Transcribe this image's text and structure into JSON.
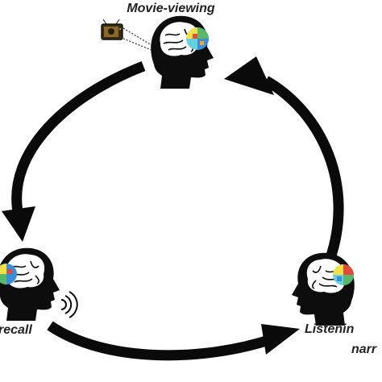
{
  "stages": {
    "movie_viewing": {
      "label": "Movie-viewing"
    },
    "recall": {
      "label": "recall"
    },
    "listening": {
      "label_line1": "Listenin",
      "label_line2": "narr"
    }
  },
  "icons": {
    "tv": "tv-icon",
    "speech": "sound-waves-icon",
    "head": "head-brain-icon",
    "brain_map": "brain-activity-map-icon"
  },
  "colors": {
    "arrow": "#0a0a0a",
    "head": "#0d0d0d",
    "brain": "#ffffff",
    "map_yellow": "#f4e14a",
    "map_blue": "#3b8fd9",
    "map_green": "#59b86a",
    "map_red": "#e04b3a",
    "map_cyan": "#66cfe0",
    "map_orange": "#f0a23a"
  }
}
